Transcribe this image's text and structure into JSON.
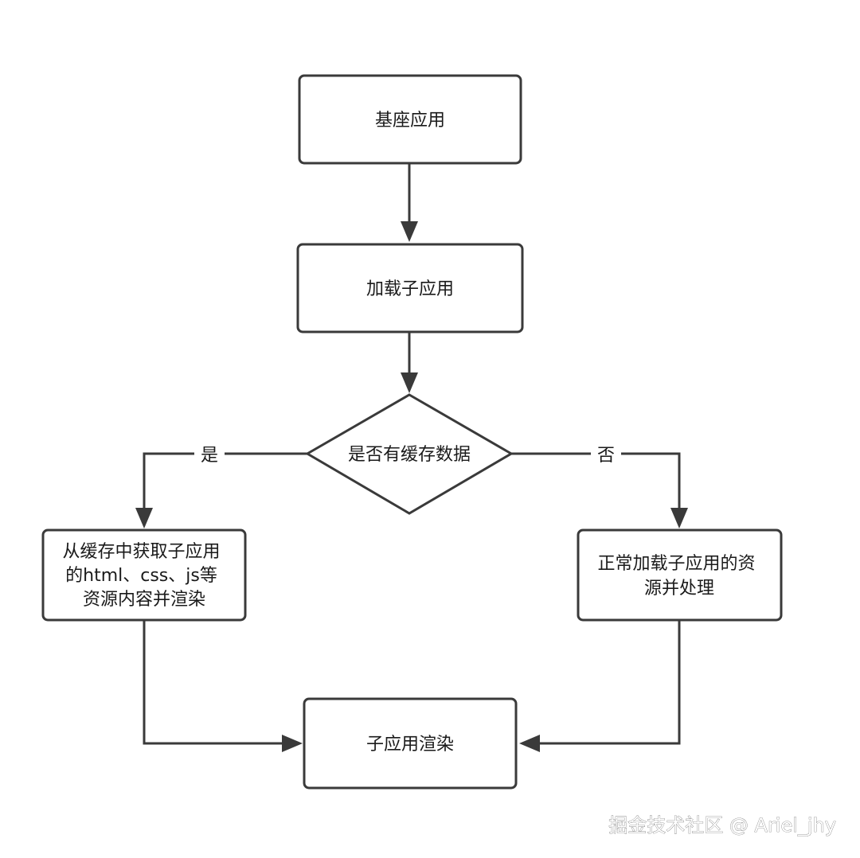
{
  "nodes": {
    "base_app": "基座应用",
    "load_sub_app": "加载子应用",
    "has_cache": "是否有缓存数据",
    "from_cache": [
      "从缓存中获取子应用",
      "的html、css、js等",
      "资源内容并渲染"
    ],
    "normal_load": [
      "正常加载子应用的资",
      "源并处理"
    ],
    "render_sub_app": "子应用渲染"
  },
  "edges": {
    "yes_label": "是",
    "no_label": "否"
  },
  "watermark": "掘金技术社区 @ Ariel_jhy",
  "colors": {
    "stroke": "#3a3a3a",
    "background": "#ffffff",
    "text": "#1a1a1a"
  }
}
